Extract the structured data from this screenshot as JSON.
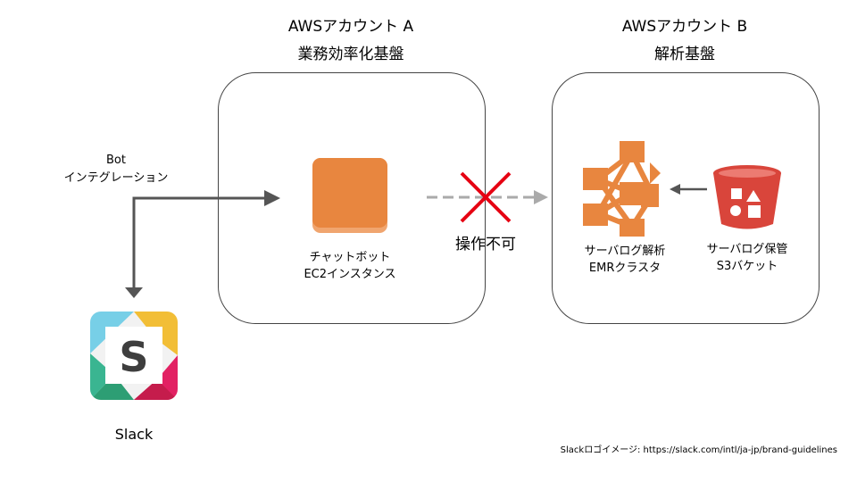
{
  "account_a": {
    "title": "AWSアカウント A",
    "subtitle": "業務効率化基盤"
  },
  "account_b": {
    "title": "AWSアカウント B",
    "subtitle": "解析基盤"
  },
  "bot_integration": {
    "line1": "Bot",
    "line2": "インテグレーション"
  },
  "chatbot": {
    "line1": "チャットボット",
    "line2": "EC2インスタンス"
  },
  "blocked": {
    "label": "操作不可"
  },
  "emr": {
    "line1": "サーバログ解析",
    "line2": "EMRクラスタ"
  },
  "s3": {
    "line1": "サーバログ保管",
    "line2": "S3バケット"
  },
  "slack": {
    "label": "Slack"
  },
  "credit": {
    "text": "Slackロゴイメージ: https://slack.com/intl/ja-jp/brand-guidelines"
  },
  "colors": {
    "aws_orange": "#e8863f",
    "s3_red": "#d9453b",
    "block_red": "#e60012",
    "arrow_dark": "#555555",
    "arrow_gray": "#aaaaaa"
  }
}
